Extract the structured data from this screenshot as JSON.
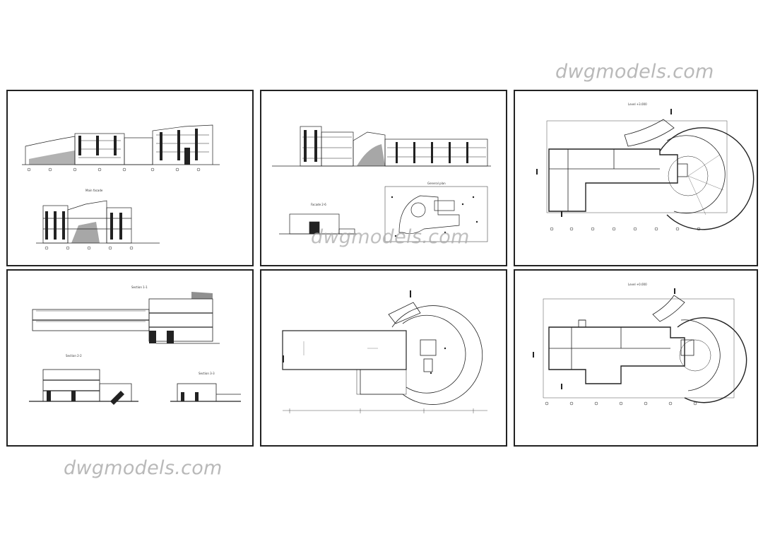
{
  "watermark": {
    "top": "dwgmodels.com",
    "center": "dwgmodels.com",
    "bottom": "dwgmodels.com"
  },
  "sheets": [
    {
      "id": "sheet-1",
      "labels": {
        "elevation_title": "Main facade"
      }
    },
    {
      "id": "sheet-2",
      "labels": {
        "facade_title": "Facade 2-6",
        "plan_title": "General plan"
      }
    },
    {
      "id": "sheet-3",
      "labels": {
        "plan_title": "Level +3.000"
      }
    },
    {
      "id": "sheet-4",
      "labels": {
        "section_1": "Section 1-1",
        "section_2": "Section 2-2",
        "section_3": "Section 3-3"
      }
    },
    {
      "id": "sheet-5",
      "labels": {}
    },
    {
      "id": "sheet-6",
      "labels": {
        "plan_title": "Level +0.000"
      }
    }
  ],
  "colors": {
    "line": "#222222",
    "watermark": "#b9b9b9",
    "background": "#ffffff"
  }
}
